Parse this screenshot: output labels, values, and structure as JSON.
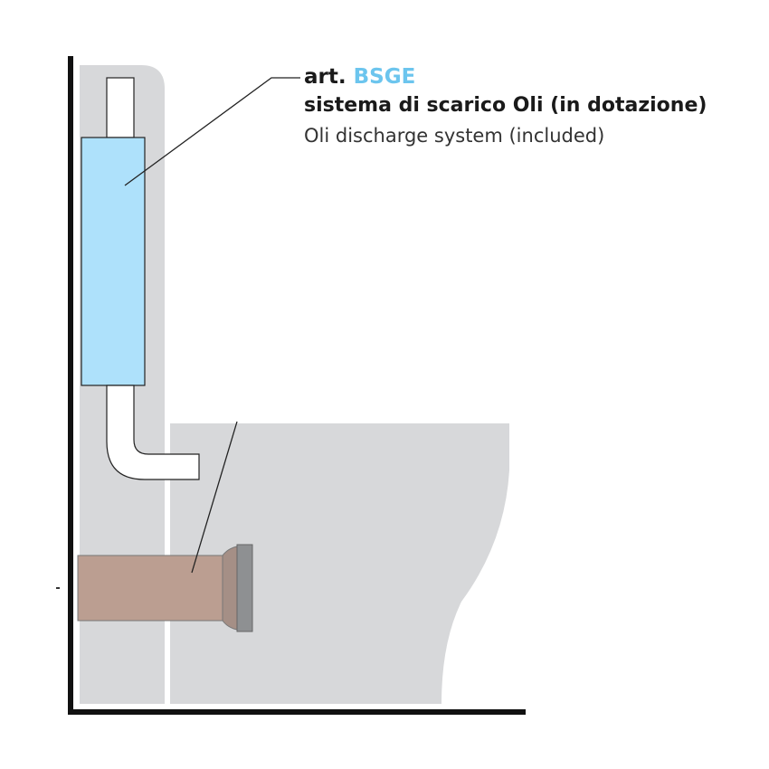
{
  "label": {
    "prefix": "art.",
    "code": "BSGE",
    "title_it": "sistema di scarico Oli (in dotazione)",
    "title_en": "Oli discharge system (included)"
  },
  "colors": {
    "frame": "#d7d8da",
    "tank": "#aee1fb",
    "pipe": "#bb9e91",
    "pipe_cap": "#8e9092",
    "wall": "#111111",
    "code_highlight": "#6cc5ee"
  }
}
